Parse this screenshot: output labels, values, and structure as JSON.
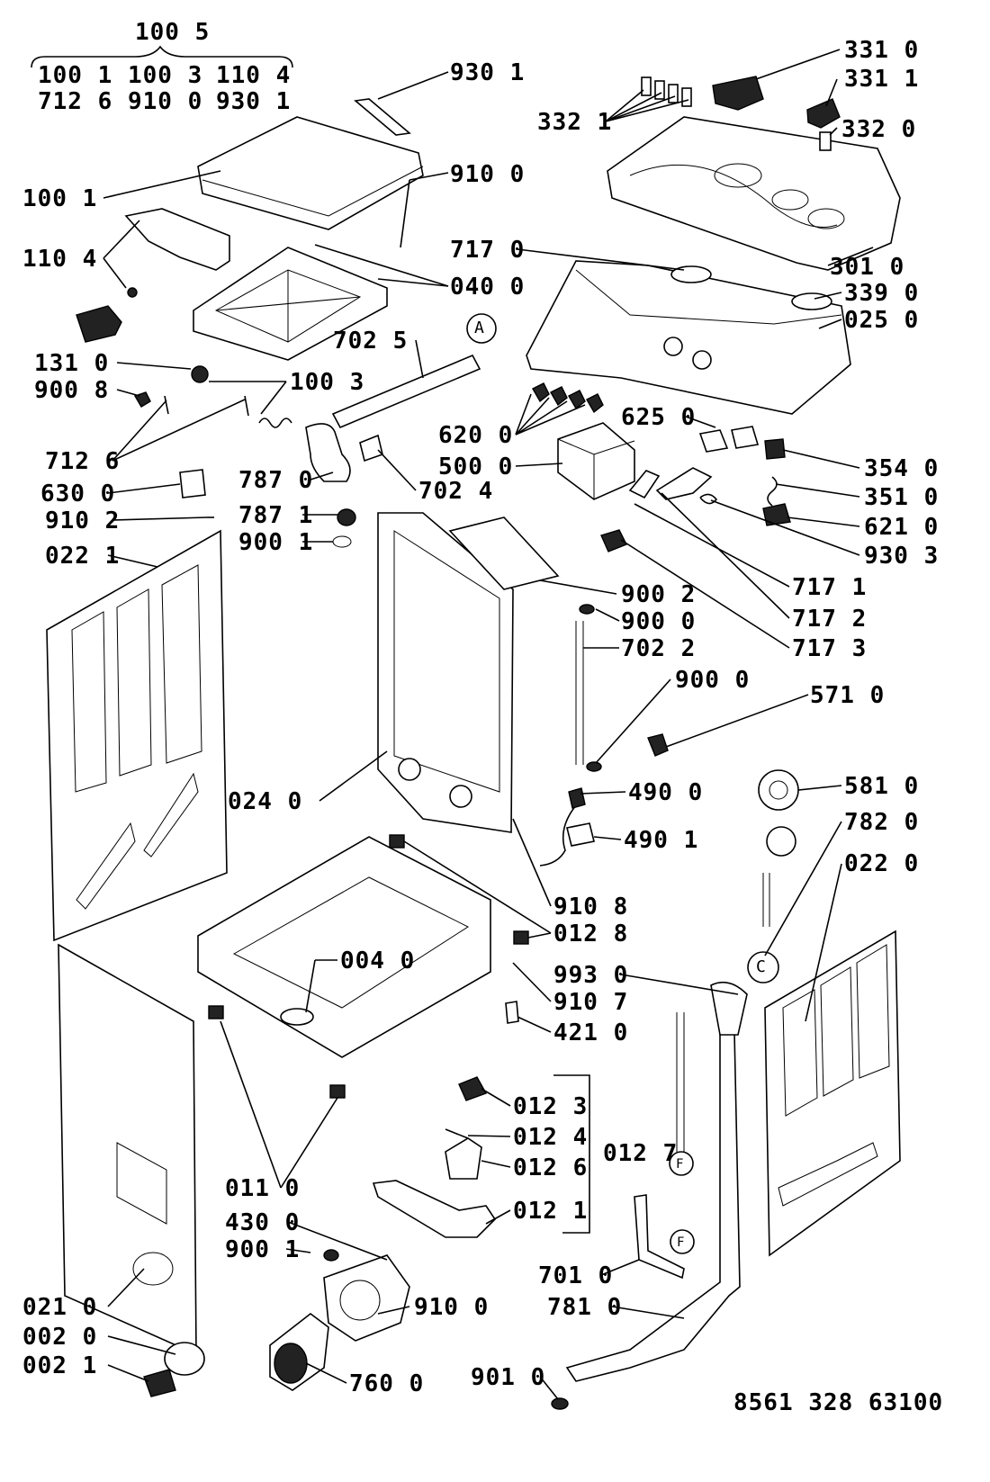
{
  "header_group": {
    "title": "100 5",
    "row1": [
      "100 1",
      "100 3",
      "110 4"
    ],
    "row2": [
      "712 6",
      "910 0",
      "930 1"
    ]
  },
  "labels": {
    "l9301": "930 1",
    "l3310": "331 0",
    "l3311": "331 1",
    "l3321": "332 1",
    "l3320": "332 0",
    "l9100a": "910 0",
    "l1001": "100 1",
    "l1104": "110 4",
    "l7170": "717 0",
    "l3010": "301 0",
    "l0400": "040 0",
    "l3390": "339 0",
    "l0250": "025 0",
    "l7025": "702 5",
    "l1310": "131 0",
    "l1003": "100 3",
    "l9008": "900 8",
    "l6200": "620 0",
    "l6250": "625 0",
    "l7126": "712 6",
    "l5000": "500 0",
    "l3540": "354 0",
    "l7870": "787 0",
    "l7024": "702 4",
    "l3510": "351 0",
    "l6300": "630 0",
    "l7871": "787 1",
    "l6210": "621 0",
    "l9102": "910 2",
    "l9001a": "900 1",
    "l9303": "930 3",
    "l0221": "022 1",
    "l7171": "717 1",
    "l9002": "900 2",
    "l7172": "717 2",
    "l9000a": "900 0",
    "l7022": "702 2",
    "l7173": "717 3",
    "l9000b": "900 0",
    "l5710": "571 0",
    "l0240": "024 0",
    "l4900": "490 0",
    "l5810": "581 0",
    "l4901": "490 1",
    "l7820": "782 0",
    "l0220": "022 0",
    "l9108": "910 8",
    "l0128": "012 8",
    "l0040": "004 0",
    "l9930": "993 0",
    "l9107": "910 7",
    "l4210": "421 0",
    "l0123": "012 3",
    "l0124": "012 4",
    "l0127": "012 7",
    "l0126": "012 6",
    "l0110": "011 0",
    "l0121": "012 1",
    "l4300": "430 0",
    "l9001b": "900 1",
    "l7010": "701 0",
    "l0210": "021 0",
    "l9100b": "910 0",
    "l7810": "781 0",
    "l0020": "002 0",
    "l0021": "002 1",
    "l7600": "760 0",
    "l9010": "901 0"
  },
  "markers": {
    "A": "A",
    "C": "C",
    "F": "F"
  },
  "doc_code": "8561 328 63100"
}
